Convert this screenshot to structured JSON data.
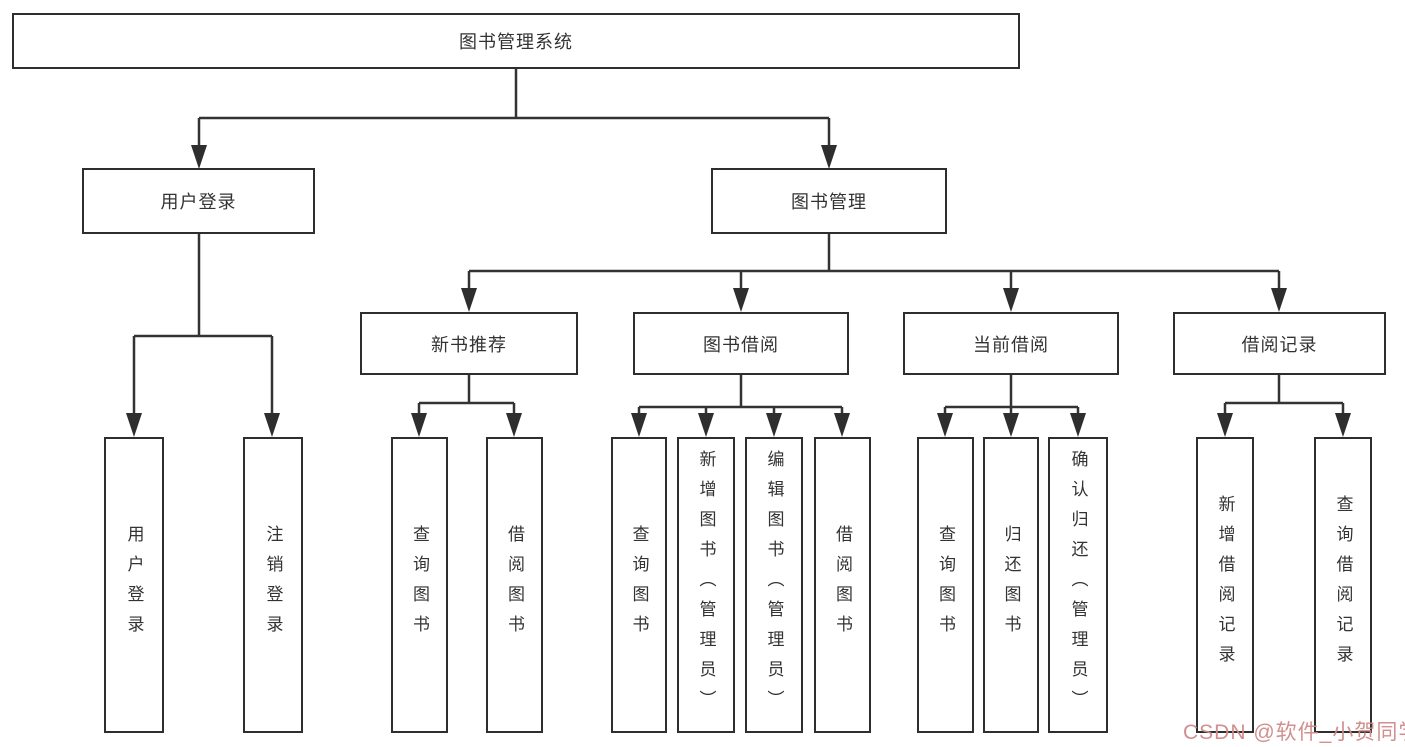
{
  "diagram": {
    "nodes": {
      "root": "图书管理系统",
      "level2": [
        "用户登录",
        "图书管理"
      ],
      "level3": [
        "新书推荐",
        "图书借阅",
        "当前借阅",
        "借阅记录"
      ],
      "leaves_user_login": [
        "用户登录",
        "注销登录"
      ],
      "leaves_new_book": [
        "查询图书",
        "借阅图书"
      ],
      "leaves_book_borrow": [
        "查询图书",
        "新增图书（管理员）",
        "编辑图书（管理员）",
        "借阅图书"
      ],
      "leaves_current_borrow": [
        "查询图书",
        "归还图书",
        "确认归还（管理员）"
      ],
      "leaves_borrow_records": [
        "新增借阅记录",
        "查询借阅记录"
      ]
    },
    "hierarchy": {
      "图书管理系统": [
        "用户登录",
        "图书管理"
      ],
      "用户登录": [
        "用户登录",
        "注销登录"
      ],
      "图书管理": [
        "新书推荐",
        "图书借阅",
        "当前借阅",
        "借阅记录"
      ],
      "新书推荐": [
        "查询图书",
        "借阅图书"
      ],
      "图书借阅": [
        "查询图书",
        "新增图书（管理员）",
        "编辑图书（管理员）",
        "借阅图书"
      ],
      "当前借阅": [
        "查询图书",
        "归还图书",
        "确认归还（管理员）"
      ],
      "借阅记录": [
        "新增借阅记录",
        "查询借阅记录"
      ]
    }
  },
  "watermark": {
    "text": "CSDN @软件_小贺同学",
    "color": "#cf8a8a"
  },
  "colors": {
    "background": "#ffffff",
    "box_fill": "#ffffff",
    "box_border": "#2e2e2e",
    "line": "#333333",
    "text": "#333333"
  }
}
